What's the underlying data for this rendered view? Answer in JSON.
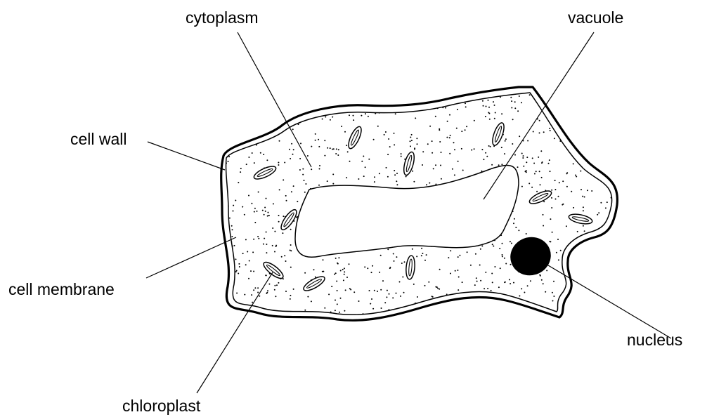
{
  "labels": {
    "cytoplasm": "cytoplasm",
    "vacuole": "vacuole",
    "cell_wall": "cell wall",
    "cell_membrane": "cell membrane",
    "nucleus": "nucleus",
    "chloroplast": "chloroplast"
  },
  "colors": {
    "ink": "#000000",
    "background": "#ffffff"
  }
}
